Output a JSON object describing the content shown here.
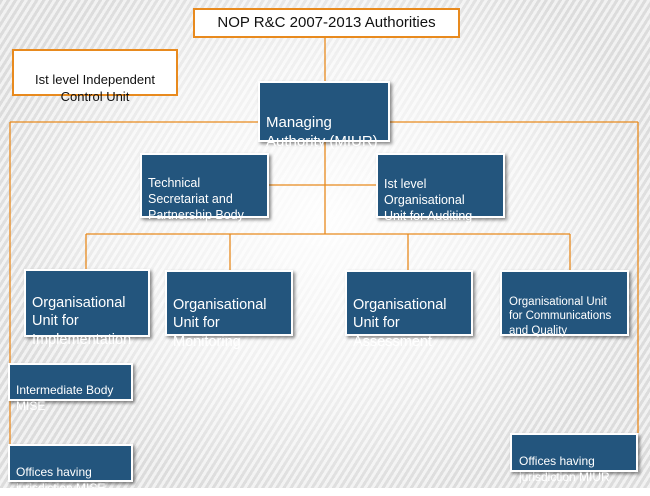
{
  "diagram": {
    "title": "NOP R&C 2007-2013 Authorities",
    "independent_control": "Ist level Independent\nControl Unit",
    "managing_authority": "Managing\nAuthority (MIUR)",
    "technical_secretariat": "Technical\nSecretariat and\nPartnership Body",
    "auditing_unit": "Ist level\nOrganisational\nUnit for Auditing",
    "implementation_unit": "Organisational\nUnit for\nImplementation",
    "monitoring_unit": "Organisational\nUnit for\nMonitoring",
    "assessment_unit": "Organisational\nUnit for\nAssessment",
    "communications_unit": "Organisational Unit\nfor Communications\nand Quality",
    "intermediate_body": "Intermediate Body\nMISE",
    "offices_mise": "Offices having\njurisdiction MISE",
    "offices_miur": "Offices having\njurisdiction MIUR"
  },
  "colors": {
    "box_fill": "#23557d",
    "connector": "#e88a1e",
    "box_border": "#ffffff"
  }
}
